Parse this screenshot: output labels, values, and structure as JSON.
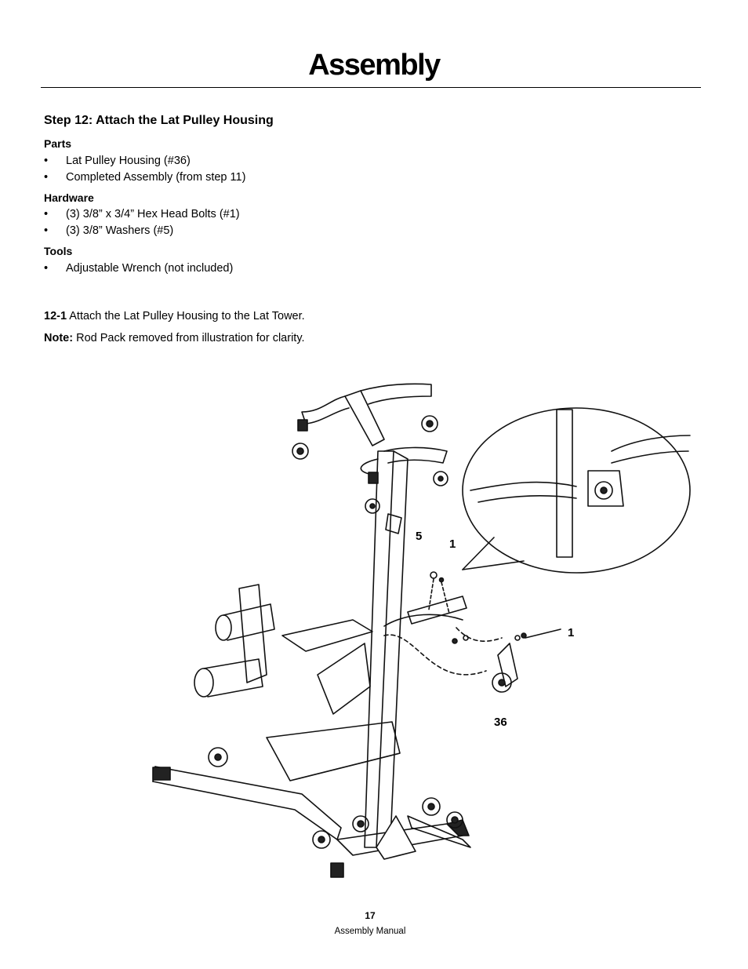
{
  "page": {
    "title": "Assembly",
    "page_number": "17",
    "footer": "Assembly Manual"
  },
  "step": {
    "heading": "Step 12: Attach the Lat Pulley Housing",
    "parts_label": "Parts",
    "parts": [
      "Lat Pulley Housing (#36)",
      "Completed Assembly (from step 11)"
    ],
    "hardware_label": "Hardware",
    "hardware": [
      "(3) 3/8” x 3/4” Hex Head Bolts (#1)",
      "(3) 3/8” Washers (#5)"
    ],
    "tools_label": "Tools",
    "tools": [
      "Adjustable Wrench (not included)"
    ],
    "bullet": "•",
    "instruction_number": "12-1",
    "instruction_text": "Attach the Lat Pulley Housing to the Lat Tower.",
    "note_label": "Note:",
    "note_text": "Rod Pack removed from illustration for clarity."
  },
  "diagram": {
    "callouts": [
      "5",
      "1",
      "1",
      "36"
    ]
  }
}
